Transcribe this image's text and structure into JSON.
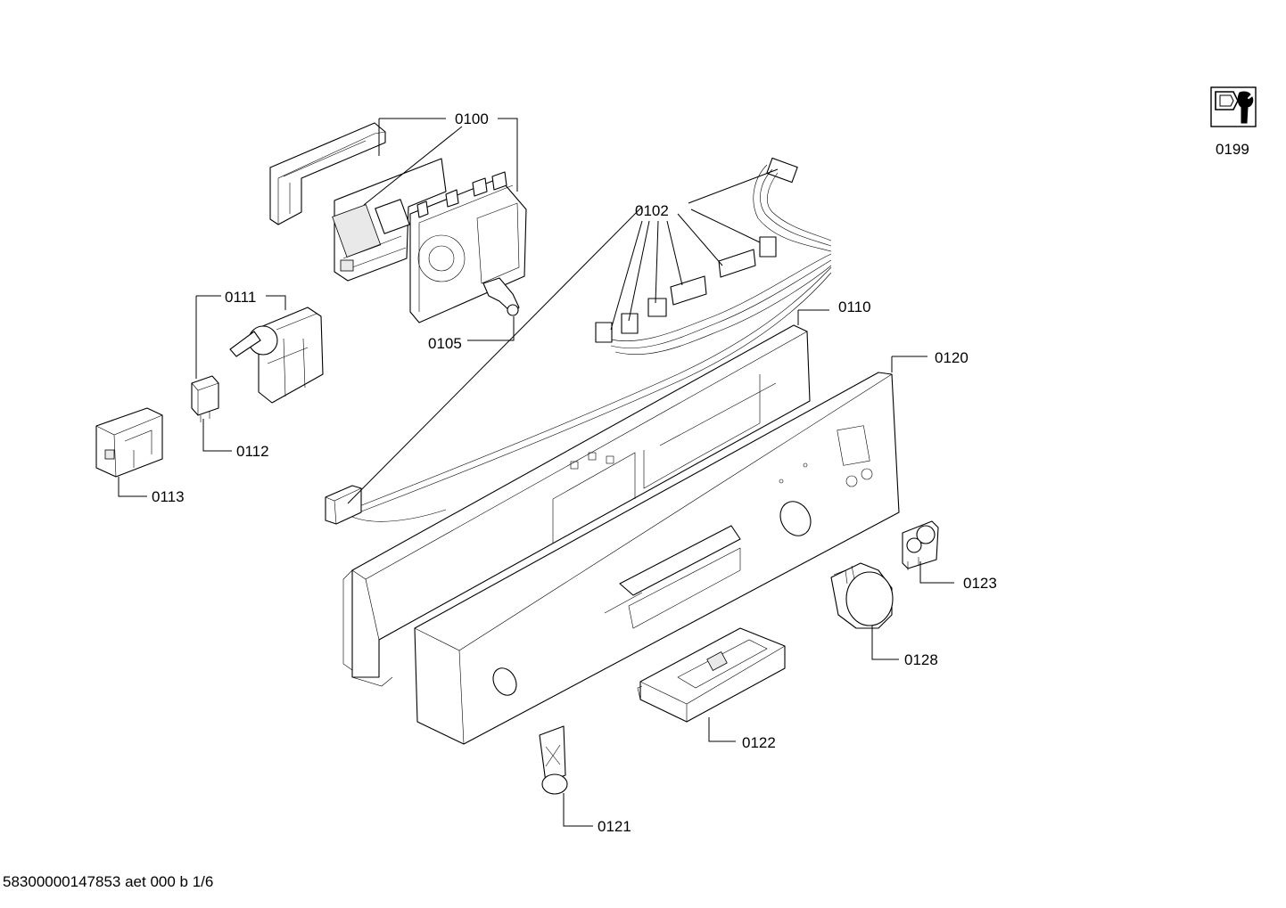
{
  "labels": {
    "p0100": "0100",
    "p0102": "0102",
    "p0105": "0105",
    "p0110": "0110",
    "p0111": "0111",
    "p0112": "0112",
    "p0113": "0113",
    "p0120": "0120",
    "p0121": "0121",
    "p0122": "0122",
    "p0123": "0123",
    "p0128": "0128",
    "p0199": "0199"
  },
  "footer": "58300000147853 aet 000 b 1/6",
  "icons": {
    "service_kit": "wrench-nut-icon"
  }
}
